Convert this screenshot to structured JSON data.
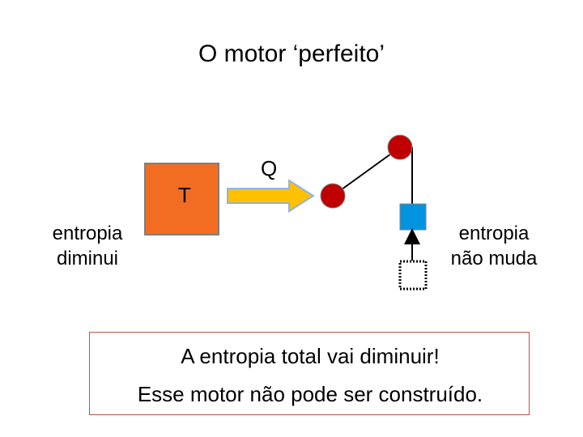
{
  "title": "O motor ‘perfeito’",
  "reservoir": {
    "label": "T",
    "fill": "#f26d21"
  },
  "heat": {
    "label": "Q",
    "fill": "#ffc000",
    "stroke": "#8eb4e3"
  },
  "left_note": "entropia diminui",
  "right_note": "entropia não muda",
  "pulley_color": "#c00000",
  "weight_color": "#0094e0",
  "message": {
    "line1": "A entropia total vai diminuir!",
    "line2": "Esse motor não pode ser construído.",
    "border": "#c0504d"
  }
}
